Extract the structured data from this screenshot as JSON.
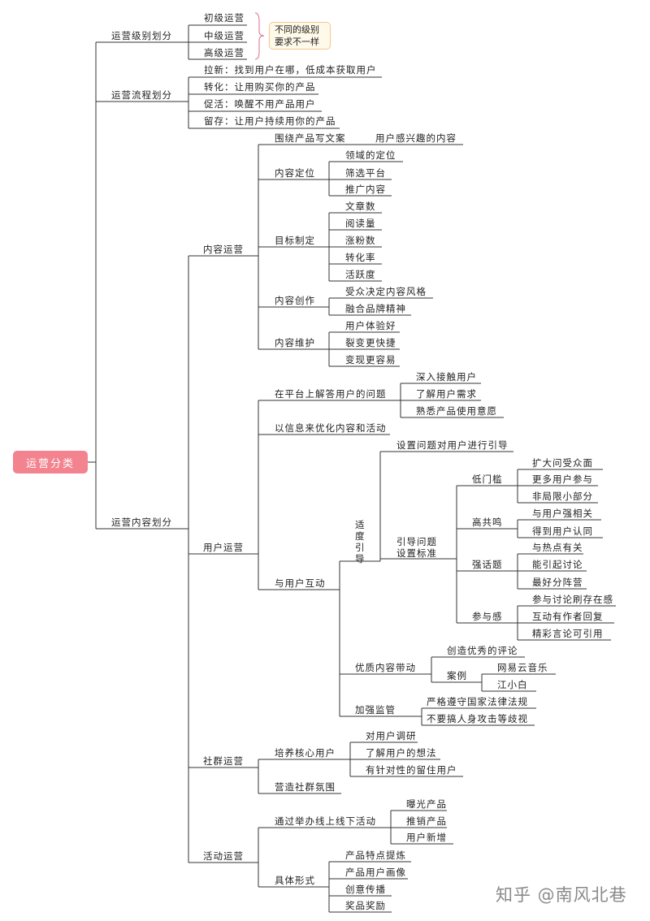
{
  "root": "运营分类",
  "level_branch": {
    "label": "运营级别划分",
    "items": [
      "初级运营",
      "中级运营",
      "高级运营"
    ],
    "note": [
      "不同的级别",
      "要求不一样"
    ]
  },
  "process_branch": {
    "label": "运营流程划分",
    "items": [
      "拉新：找到用户在哪，低成本获取用户",
      "转化：让用购买你的产品",
      "促活：唤醒不用产品用户",
      "留存：让用户持续用你的产品"
    ]
  },
  "content_branch": {
    "label": "运营内容划分",
    "content_ops": {
      "label": "内容运营",
      "write": {
        "label": "围绕产品写文案",
        "child": "用户感兴趣的内容"
      },
      "positioning": {
        "label": "内容定位",
        "items": [
          "领域的定位",
          "筛选平台",
          "推广内容"
        ]
      },
      "targets": {
        "label": "目标制定",
        "items": [
          "文章数",
          "阅读量",
          "涨粉数",
          "转化率",
          "活跃度"
        ]
      },
      "creation": {
        "label": "内容创作",
        "items": [
          "受众决定内容风格",
          "融合品牌精神"
        ]
      },
      "maintenance": {
        "label": "内容维护",
        "items": [
          "用户体验好",
          "裂变更快捷",
          "变现更容易"
        ]
      }
    },
    "user_ops": {
      "label": "用户运营",
      "answer": {
        "label": "在平台上解答用户的问题",
        "items": [
          "深入接触用户",
          "了解用户需求",
          "熟悉产品使用意愿"
        ]
      },
      "optimize": "以信息来优化内容和活动",
      "interact": {
        "label": "与用户互动",
        "guide": {
          "label": [
            "适",
            "度",
            "引",
            "导"
          ],
          "set_question": "设置问题对用户进行引导",
          "standard": {
            "label": [
              "引导问题",
              "设置标准"
            ],
            "low": {
              "label": "低门槛",
              "items": [
                "扩大问受众面",
                "更多用户参与",
                "非局限小部分"
              ]
            },
            "resonance": {
              "label": "高共鸣",
              "items": [
                "与用户强相关",
                "得到用户认同"
              ]
            },
            "topic": {
              "label": "强话题",
              "items": [
                "与热点有关",
                "能引起讨论",
                "最好分阵营"
              ]
            },
            "participation": {
              "label": "参与感",
              "items": [
                "参与讨论刷存在感",
                "互动有作者回复",
                "精彩言论可引用"
              ]
            }
          }
        },
        "quality": {
          "label": "优质内容带动",
          "comment": "创造优秀的评论",
          "case": {
            "label": "案例",
            "items": [
              "网易云音乐",
              "江小白"
            ]
          }
        },
        "supervise": {
          "label": "加强监管",
          "items": [
            "严格遵守国家法律法规",
            "不要搞人身攻击等歧视"
          ]
        }
      }
    },
    "community_ops": {
      "label": "社群运营",
      "core": {
        "label": "培养核心用户",
        "items": [
          "对用户调研",
          "了解用户的想法",
          "有针对性的留住用户"
        ]
      },
      "atmosphere": "营造社群氛围"
    },
    "activity_ops": {
      "label": "活动运营",
      "offline": {
        "label": "通过举办线上线下活动",
        "items": [
          "曝光产品",
          "推销产品",
          "用户新增"
        ]
      },
      "forms": {
        "label": "具体形式",
        "items": [
          "产品特点提炼",
          "产品用户画像",
          "创意传播",
          "奖品奖励"
        ]
      }
    }
  },
  "watermark": "知乎 @南风北巷"
}
